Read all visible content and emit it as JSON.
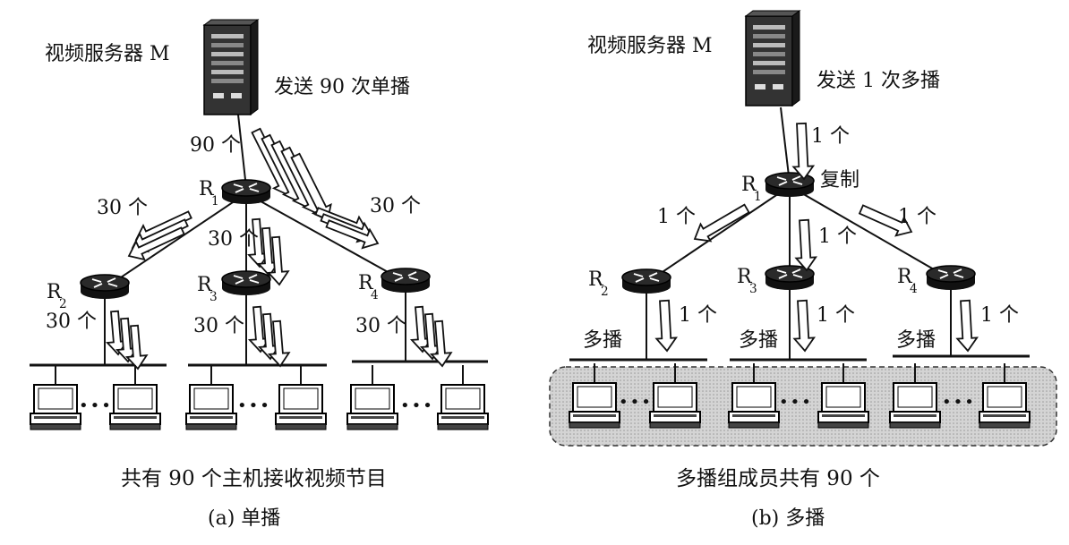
{
  "panel_a": {
    "server_label": "视频服务器 M",
    "send_label": "发送 90 次单播",
    "count_server_link": "90 个",
    "count_r2_link": "30 个",
    "count_r3_link": "30 个",
    "count_r4_link": "30 个",
    "count_r2_lan": "30 个",
    "count_r3_lan": "30 个",
    "count_r4_lan": "30 个",
    "routers": [
      {
        "main": "R",
        "sub": "1"
      },
      {
        "main": "R",
        "sub": "2"
      },
      {
        "main": "R",
        "sub": "3"
      },
      {
        "main": "R",
        "sub": "4"
      }
    ],
    "dots": "•••",
    "caption": "共有 90 个主机接收视频节目",
    "title": "(a) 单播"
  },
  "panel_b": {
    "server_label": "视频服务器 M",
    "send_label": "发送 1 次多播",
    "count_server_link": "1 个",
    "copy_label": "复制",
    "count_r2_link": "1 个",
    "count_r3_link": "1 个",
    "count_r4_link": "1 个",
    "count_r2_lan": "1 个",
    "count_r3_lan": "1 个",
    "count_r4_lan": "1 个",
    "multicast_label": "多播",
    "routers": [
      {
        "main": "R",
        "sub": "1"
      },
      {
        "main": "R",
        "sub": "2"
      },
      {
        "main": "R",
        "sub": "3"
      },
      {
        "main": "R",
        "sub": "4"
      }
    ],
    "dots": "•••",
    "caption": "多播组成员共有 90 个",
    "title": "(b) 多播"
  },
  "colors": {
    "ink": "#111111",
    "router_body": "#2a2a2a",
    "server_body": "#333333",
    "group_fill": "#d9d9d9",
    "arrow_fill": "#ffffff"
  },
  "icons": [
    "server-icon",
    "router-icon",
    "computer-icon",
    "hollow-arrow-icon"
  ]
}
